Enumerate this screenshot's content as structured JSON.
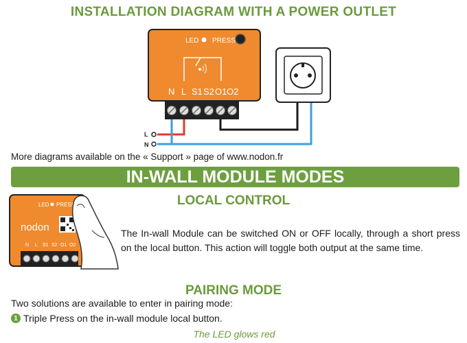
{
  "title": "INSTALLATION DIAGRAM WITH A POWER OUTLET",
  "diagram": {
    "led_label": "LED",
    "press_label": "PRESS",
    "terminals": [
      "N",
      "L",
      "S1",
      "S2",
      "O1",
      "O2"
    ],
    "wire_l_label": "L",
    "wire_n_label": "N"
  },
  "more_diagrams": "More diagrams available on the « Support » page of www.nodon.fr",
  "banner": "IN-WALL MODULE MODES",
  "local_control": {
    "title": "LOCAL CONTROL",
    "description": "The In-wall Module can be switched ON or OFF locally, through a short press on the local button. This action will toggle both output at the same time.",
    "brand": "nodon",
    "led_label": "LED",
    "press_label": "PRESS",
    "terminals": [
      "N",
      "L",
      "S1",
      "S2",
      "O1",
      "O2"
    ]
  },
  "pairing": {
    "title": "PAIRING MODE",
    "intro": "Two solutions are available to enter in pairing mode:",
    "step1_number": "1",
    "step1": "Triple Press on the in-wall module local button.",
    "led_note": "The LED glows red"
  },
  "colors": {
    "green": "#6d9f3f",
    "orange": "#f08a2e",
    "wire_red": "#e03a2f",
    "wire_blue": "#3b9fe0"
  }
}
